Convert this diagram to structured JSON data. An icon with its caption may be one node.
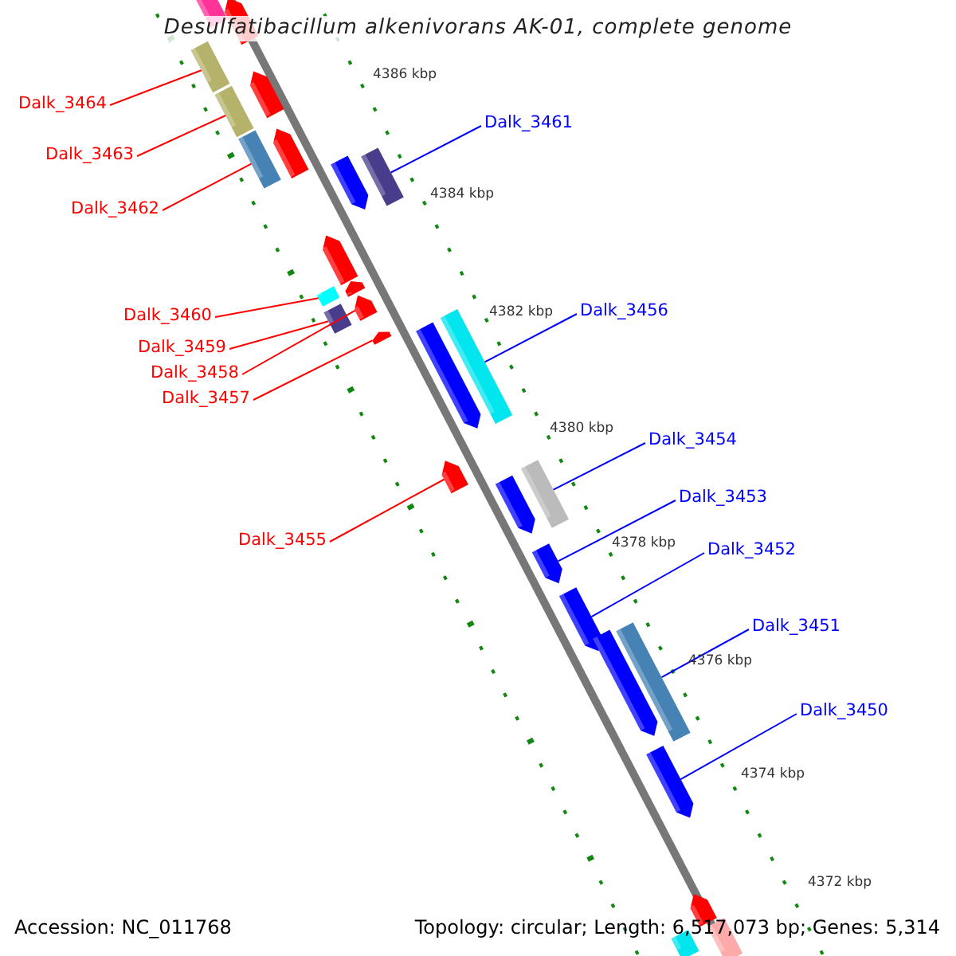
{
  "diagram": {
    "title": "Desulfatibacillum alkenivorans AK-01, complete genome",
    "nodes": [
      {
        "text": [
          "Dalk_3464"
        ]
      },
      {
        "text": [],
        "shape": "bar"
      },
      {
        "text": [
          "Dalk_3461"
        ]
      },
      {
        "text": [],
        "shape": "bar"
      },
      {
        "text": [
          "Dalk_3463"
        ]
      },
      {
        "text": [],
        "shape": "bar"
      },
      {
        "text": [
          "Dalk_3462"
        ]
      },
      {
        "text": [],
        "shape": "bar"
      },
      {
        "text": [
          "Dalk_3456"
        ]
      },
      {
        "text": [],
        "shape": "bar"
      },
      {
        "text": [
          "Dalk_3460"
        ]
      },
      {
        "text": [],
        "shape": "bar"
      },
      {
        "text": [
          "Dalk_3459"
        ]
      },
      {
        "text": [],
        "shape": "bar"
      },
      {
        "text": [
          "Dalk_3458"
        ]
      },
      {
        "text": [],
        "shape": "bar"
      },
      {
        "text": [
          "Dalk_3457"
        ]
      },
      {
        "text": [],
        "shape": "bar"
      },
      {
        "text": [
          "Dalk_3454"
        ]
      },
      {
        "text": [],
        "shape": "bar"
      },
      {
        "text": [
          "Dalk_3453"
        ]
      },
      {
        "text": [],
        "shape": "bar"
      },
      {
        "text": [
          "Dalk_3455"
        ]
      },
      {
        "text": [],
        "shape": "bar"
      },
      {
        "text": [
          "Dalk_3452"
        ]
      },
      {
        "text": [],
        "shape": "bar"
      },
      {
        "text": [
          "Dalk_3451"
        ]
      },
      {
        "text": [],
        "shape": "bar"
      },
      {
        "text": [
          "Dalk_3450"
        ]
      },
      {
        "text": [],
        "shape": "bar"
      },
      {
        "text": [],
        "shape": "bar"
      },
      {
        "text": [],
        "shape": "bar"
      },
      {
        "text": [],
        "shape": "bar"
      },
      {
        "text": [],
        "shape": "bar"
      },
      {
        "text": [],
        "shape": "bar"
      },
      {
        "text": [],
        "shape": "bar"
      },
      {
        "text": [],
        "shape": "bar"
      },
      {
        "text": [],
        "shape": "bar"
      },
      {
        "text": [],
        "shape": "bar"
      },
      {
        "text": [],
        "shape": "bar"
      },
      {
        "text": [],
        "shape": "bar"
      },
      {
        "text": [],
        "shape": "bar"
      },
      {
        "text": [],
        "shape": "bar"
      }
    ],
    "edges": [
      {
        "from": 0,
        "to": 1,
        "arrow": "none"
      },
      {
        "from": 2,
        "to": 3,
        "arrow": "none",
        "color": "#0000ff"
      },
      {
        "from": 4,
        "to": 5,
        "arrow": "none"
      },
      {
        "from": 6,
        "to": 7,
        "arrow": "none"
      },
      {
        "from": 8,
        "to": 9,
        "arrow": "none",
        "color": "#0000ff"
      },
      {
        "from": 10,
        "to": 11,
        "arrow": "none"
      },
      {
        "from": 12,
        "to": 13,
        "arrow": "none"
      },
      {
        "from": 14,
        "to": 15,
        "arrow": "none"
      },
      {
        "from": 16,
        "to": 17,
        "arrow": "none"
      },
      {
        "from": 18,
        "to": 19,
        "arrow": "none",
        "color": "#0000ff"
      },
      {
        "from": 20,
        "to": 21,
        "arrow": "none",
        "color": "#0000ff"
      },
      {
        "from": 22,
        "to": 23,
        "arrow": "none"
      },
      {
        "from": 24,
        "to": 25,
        "arrow": "none",
        "color": "#0000ff"
      },
      {
        "from": 26,
        "to": 27,
        "arrow": "none",
        "color": "#0000ff"
      },
      {
        "from": 28,
        "to": 29,
        "arrow": "none",
        "color": "#0000ff"
      }
    ],
    "labels": [
      "4386 kbp",
      "4384 kbp",
      "4382 kbp",
      "4380 kbp",
      "4378 kbp",
      "4376 kbp",
      "4374 kbp",
      "4372 kbp",
      "Accession: NC_011768",
      "Topology: circular; Length: 6,517,073 bp; Genes: 5,314"
    ]
  }
}
